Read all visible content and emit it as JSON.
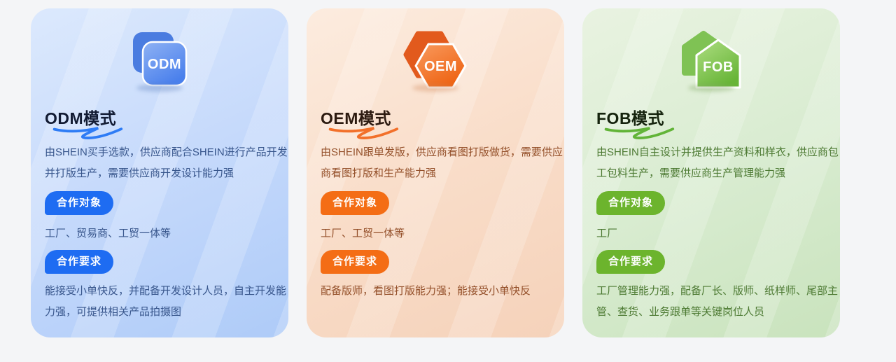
{
  "page": {
    "background": "#f4f5f7"
  },
  "cards": [
    {
      "name": "ODM",
      "icon": {
        "label": "ODM",
        "shape": "stacked-rounded-squares"
      },
      "title": "ODM模式",
      "description": "由SHEIN买手选款，供应商配合SHEIN进行产品开发\n并打版生产，需要供应商开发设计能力强",
      "partner_badge": "合作对象",
      "partner_value": "工厂、贸易商、工贸一体等",
      "requirement_badge": "合作要求",
      "requirement_value": "能接受小单快反，并配备开发设计人员，自主开发能\n力强，可提供相关产品拍摄图",
      "colors": {
        "g1": "#dce9fd",
        "g2": "#c5d9fb",
        "g3": "#aecbf8",
        "badge": "#1e6cf2",
        "text": "#38568c",
        "title": "#121b33",
        "squig": "#2e7cf5",
        "iconback": "#4a7ce0",
        "icong1": "#8fb2f4",
        "icong2": "#4a80ec",
        "shadow": "rgba(90,125,190,0.35)"
      }
    },
    {
      "name": "OEM",
      "icon": {
        "label": "OEM",
        "shape": "stacked-hexagons"
      },
      "title": "OEM模式",
      "description": "由SHEIN跟单发版，供应商看图打版做货，需要供应\n商看图打版和生产能力强",
      "partner_badge": "合作对象",
      "partner_value": "工厂、工贸一体等",
      "requirement_badge": "合作要求",
      "requirement_value": "配备版师，看图打版能力强；能接受小单快反",
      "colors": {
        "g1": "#fcecdf",
        "g2": "#f9ddc9",
        "g3": "#f5d2ba",
        "badge": "#f46d15",
        "text": "#94502a",
        "title": "#2c1a10",
        "squig": "#f2702a",
        "iconback": "#e25a1d",
        "icong1": "#f99a5e",
        "icong2": "#ee6414",
        "shadow": "rgba(205,130,80,0.35)"
      }
    },
    {
      "name": "FOB",
      "icon": {
        "label": "FOB",
        "shape": "stacked-houses"
      },
      "title": "FOB模式",
      "description": "由SHEIN自主设计并提供生产资料和样衣，供应商包\n工包料生产，需要供应商生产管理能力强",
      "partner_badge": "合作对象",
      "partner_value": "工厂",
      "requirement_badge": "合作要求",
      "requirement_value": "工厂管理能力强，配备厂长、版师、纸样师、尾部主\n管、查货、业务跟单等关键岗位人员",
      "colors": {
        "g1": "#e9f3e1",
        "g2": "#d9ecd1",
        "g3": "#c9e3bd",
        "badge": "#6cb42d",
        "text": "#4d7a33",
        "title": "#15230d",
        "squig": "#62b438",
        "iconback": "#7fc254",
        "icong1": "#aede82",
        "icong2": "#68b538",
        "shadow": "rgba(130,170,100,0.4)"
      }
    }
  ]
}
